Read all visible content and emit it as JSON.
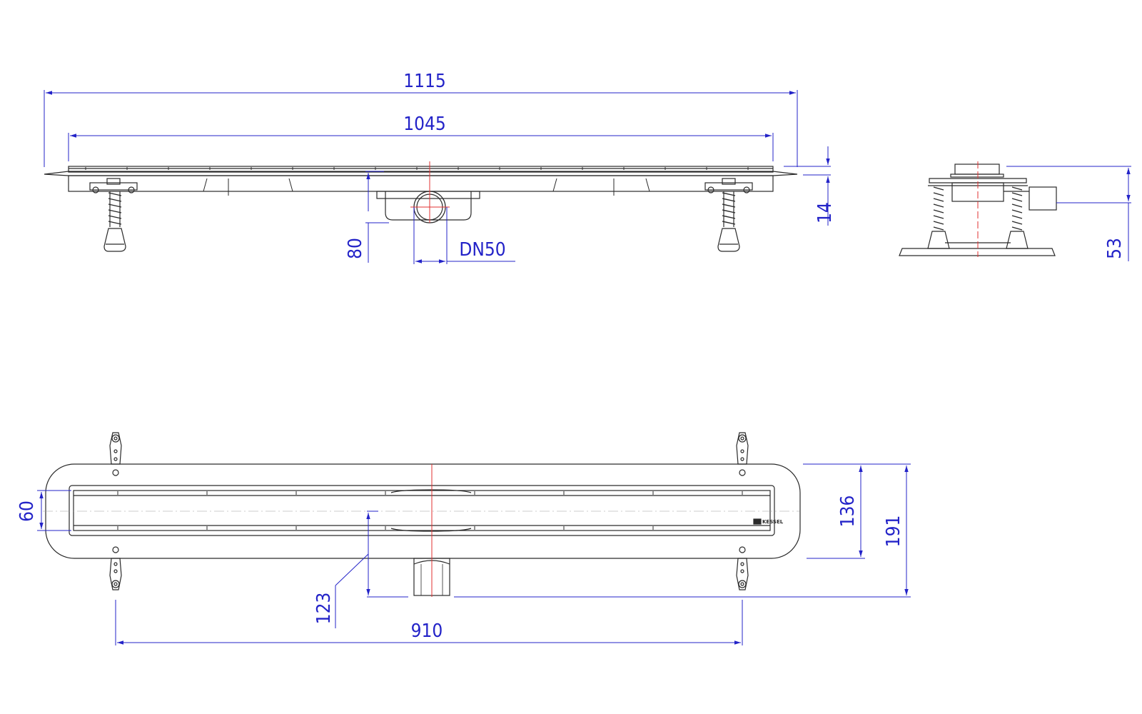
{
  "colors": {
    "line": "#2a2a2a",
    "dimension": "#2323c8",
    "centerline": "#e03030",
    "light": "#9a9a9a",
    "background": "#ffffff"
  },
  "dimensions": {
    "overall_length": "1115",
    "channel_length": "1045",
    "flange_height": "14",
    "outlet_height": "80",
    "outlet_size": "DN50",
    "side_height": "53",
    "grate_width": "60",
    "channel_width": "136",
    "overall_width": "191",
    "outlet_offset": "123",
    "foot_spacing": "910"
  },
  "brand": {
    "name": "KESSEL"
  }
}
